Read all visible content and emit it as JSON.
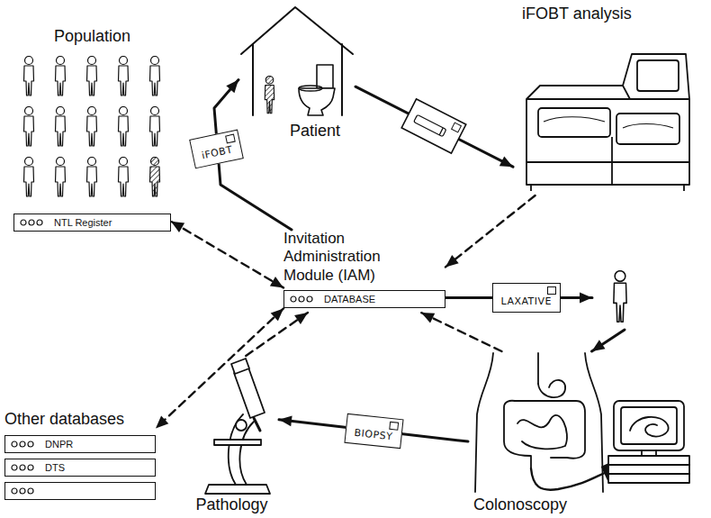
{
  "diagram": {
    "nodes": [
      {
        "text": [
          "Population",
          "NTL Register"
        ]
      },
      {
        "text": [
          "Patient"
        ]
      },
      {
        "text": [
          "iFOBT analysis"
        ]
      },
      {
        "text": [
          "Invitation Administration Module (IAM)",
          "DATABASE"
        ]
      },
      {
        "text": [
          "Other databases",
          "DNPR",
          "DTS"
        ]
      },
      {
        "text": [
          "Pathology"
        ]
      },
      {
        "text": [
          "Colonoscopy"
        ]
      }
    ],
    "edges": [
      {
        "from": 3,
        "to": 0,
        "arrow": "both"
      },
      {
        "from": 3,
        "to": 1,
        "label": "iFOBT",
        "arrow": "to"
      },
      {
        "from": 1,
        "to": 2,
        "arrow": "to"
      },
      {
        "from": 2,
        "to": 3,
        "arrow": "to"
      },
      {
        "from": 3,
        "to": 6,
        "label": "LAXATIVE",
        "arrow": "to"
      },
      {
        "from": 6,
        "to": 3,
        "arrow": "to"
      },
      {
        "from": 6,
        "to": 5,
        "label": "BIOPSY",
        "arrow": "to"
      },
      {
        "from": 5,
        "to": 3,
        "arrow": "to"
      },
      {
        "from": 3,
        "to": 4,
        "arrow": "both"
      }
    ]
  }
}
